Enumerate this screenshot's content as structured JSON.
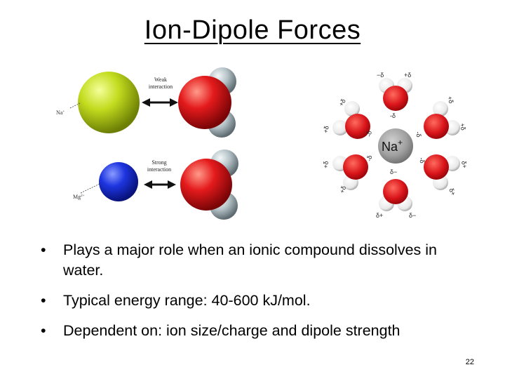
{
  "slide": {
    "title": "Ion-Dipole Forces",
    "page_number": "22"
  },
  "figure_left": {
    "weak_label_line1": "Weak",
    "weak_label_line2": "interaction",
    "strong_label_line1": "Strong",
    "strong_label_line2": "interaction",
    "na_label": "Na",
    "na_charge": "+",
    "mg_label": "Mg",
    "mg_charge": "2+"
  },
  "figure_right": {
    "center_label": "Na",
    "center_charge": "+",
    "charge_labels": {
      "minus_top": "−δ",
      "plus_top": "+δ",
      "minus_inner": "-δ",
      "delta_minus": "δ−",
      "delta_plus": "δ+"
    }
  },
  "bullets": [
    {
      "marker": "•",
      "text": "Plays a major role when an ionic compound dissolves in water."
    },
    {
      "marker": "•",
      "text": "Typical energy range: 40-600 kJ/mol."
    },
    {
      "marker": "•",
      "text": "Dependent on: ion size/charge and dipole strength"
    }
  ],
  "colors": {
    "na_ball": "#b8d61a",
    "mg_ball": "#1c33d6",
    "oxygen": "#e0191b",
    "hydrogen": "#aab8bd",
    "center_ion": "#9a9a9a",
    "arrow": "#111111"
  }
}
